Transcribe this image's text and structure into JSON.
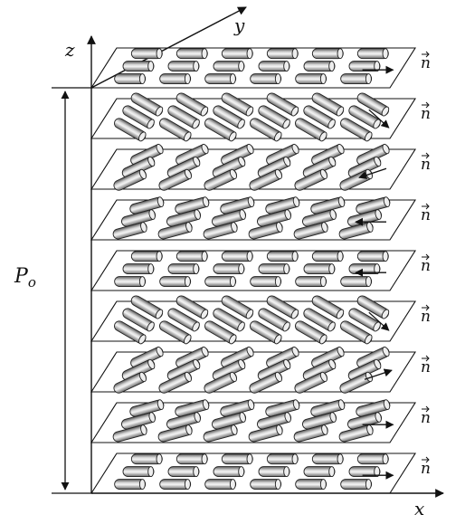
{
  "labels": {
    "z_axis": "z",
    "y_axis": "y",
    "x_axis": "x",
    "pitch_main": "P",
    "pitch_sub": "o",
    "director": "n"
  },
  "layers": [
    {
      "angle": 0,
      "director": "right"
    },
    {
      "angle": 30,
      "director": "down-right"
    },
    {
      "angle": -25,
      "director": "down-left"
    },
    {
      "angle": -15,
      "director": "left"
    },
    {
      "angle": 0,
      "director": "left"
    },
    {
      "angle": 30,
      "director": "down-right"
    },
    {
      "angle": -25,
      "director": "up-right"
    },
    {
      "angle": -15,
      "director": "right"
    },
    {
      "angle": 0,
      "director": "right"
    }
  ],
  "colors": {
    "line": "#111111",
    "cylinder_dark": "#555555",
    "cylinder_light": "#f4f4f4"
  }
}
